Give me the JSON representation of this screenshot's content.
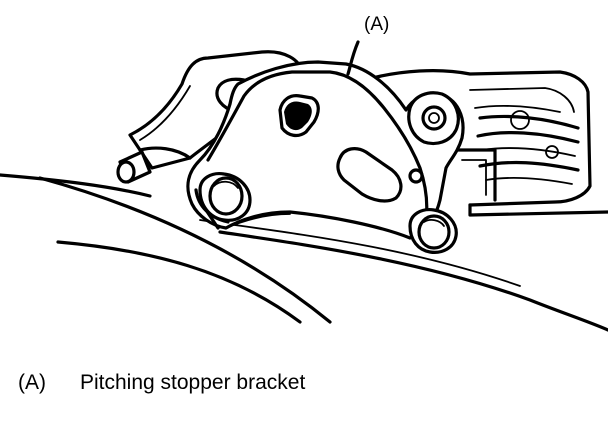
{
  "diagram": {
    "callout": "(A)",
    "legend": {
      "marker": "(A)",
      "text": "Pitching stopper bracket"
    }
  }
}
